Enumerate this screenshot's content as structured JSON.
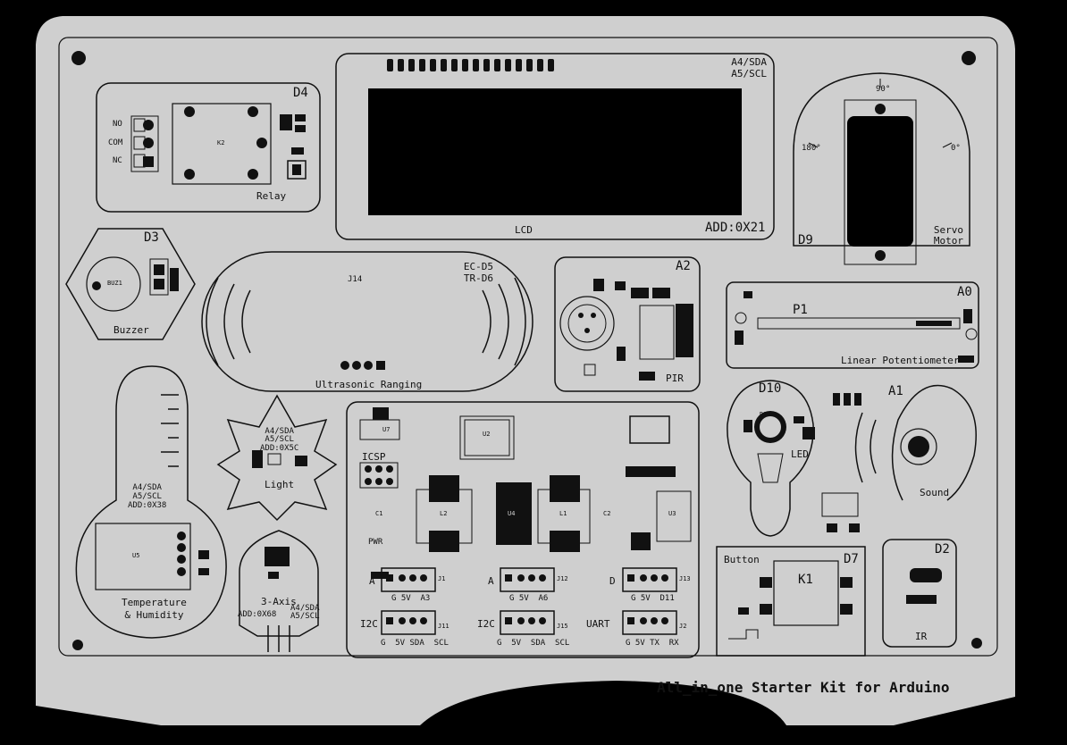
{
  "title": "All_in_one Starter Kit for Arduino",
  "colors": {
    "board": "#cfcfcf",
    "silk": "#111111",
    "background": "#000000"
  },
  "modules": {
    "relay": {
      "pin": "D4",
      "name": "Relay",
      "contacts": [
        "NO",
        "COM",
        "NC"
      ],
      "part": "K2"
    },
    "lcd": {
      "name": "LCD",
      "pins": "A4/SDA\nA5/SCL",
      "address": "ADD:0X21"
    },
    "servo": {
      "pin": "D9",
      "name": "Servo\nMotor",
      "angle_top": "90°",
      "angle_left": "180°",
      "angle_right": "0°"
    },
    "buzzer": {
      "pin": "D3",
      "name": "Buzzer",
      "part": "BUZ1"
    },
    "ultrasonic": {
      "pins": "EC-D5\nTR-D6",
      "name": "Ultrasonic Ranging",
      "part": "J14"
    },
    "pir": {
      "pin": "A2",
      "name": "PIR"
    },
    "potentiometer": {
      "pin": "A0",
      "part": "P1",
      "name": "Linear Potentiometer"
    },
    "temperature": {
      "pins": "A4/SDA\nA5/SCL\nADD:0X38",
      "name": "Temperature\n& Humidity",
      "part": "U5"
    },
    "light": {
      "pins": "A4/SDA\nA5/SCL\nADD:0X5C",
      "name": "Light"
    },
    "led": {
      "pin": "D10",
      "name": "LED",
      "part": "D11"
    },
    "sound": {
      "pin": "A1",
      "name": "Sound"
    },
    "axis": {
      "name": "3-Axis",
      "pins": "A4/SDA\nA5/SCL",
      "address": "ADD:0X68"
    },
    "button": {
      "name": "Button",
      "pin": "D7",
      "part": "K1"
    },
    "ir": {
      "pin": "D2",
      "name": "IR"
    },
    "center": {
      "icsp": "ICSP",
      "pwr": "PWR",
      "parts": [
        "U7",
        "U2",
        "L2",
        "L1",
        "U3",
        "U4",
        "C1",
        "C2"
      ]
    }
  },
  "connectors": [
    {
      "label": "A",
      "pins": "G 5V  A3",
      "part": "J1"
    },
    {
      "label": "A",
      "pins": "G 5V  A6",
      "part": "J12"
    },
    {
      "label": "D",
      "pins": "G 5V  D11",
      "part": "J13"
    },
    {
      "label": "I2C",
      "pins": "G  5V SDA  SCL",
      "part": "J11"
    },
    {
      "label": "I2C",
      "pins": "G  5V  SDA  SCL",
      "part": "J15"
    },
    {
      "label": "UART",
      "pins": "G 5V TX  RX",
      "part": "J2"
    }
  ]
}
